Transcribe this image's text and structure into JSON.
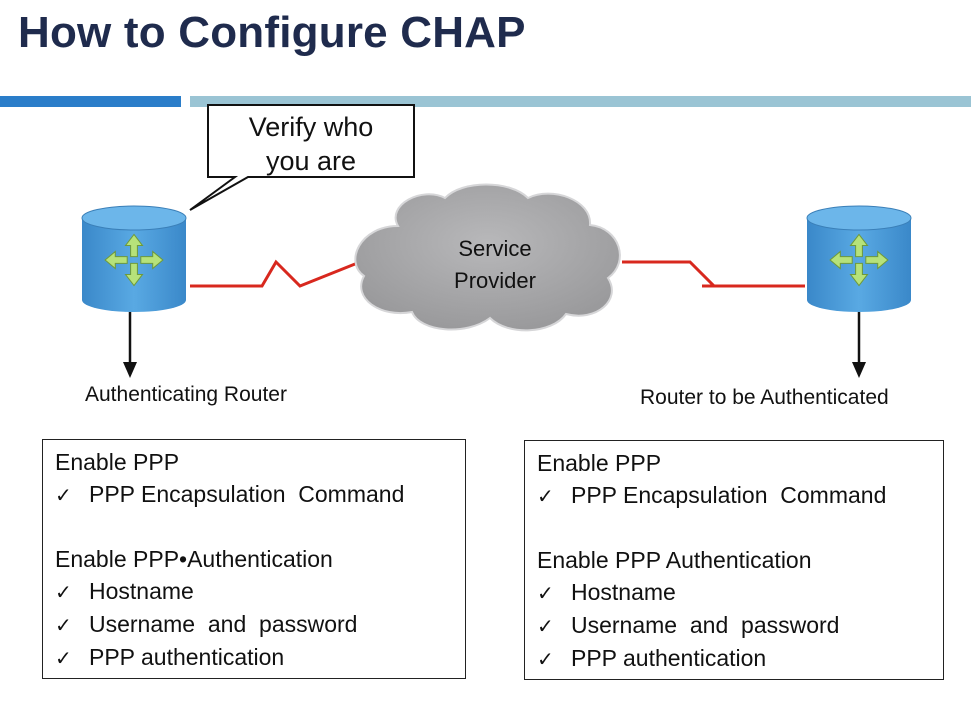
{
  "title": "How to Configure CHAP",
  "callout": {
    "line1": "Verify who",
    "line2": "you are"
  },
  "cloud": {
    "line1": "Service",
    "line2": "Provider"
  },
  "routers": {
    "left": {
      "label": "Authenticating Router",
      "icon": "router-icon"
    },
    "right": {
      "label": "Router to be Authenticated",
      "icon": "router-icon"
    }
  },
  "left_box": {
    "section1_heading": "Enable PPP",
    "section1_items": [
      "PPP Encapsulation  Command"
    ],
    "section2_heading": "Enable PPP•Authentication",
    "section2_items": [
      "Hostname",
      "Username  and  password",
      "PPP authentication"
    ]
  },
  "right_box": {
    "section1_heading": "Enable PPP",
    "section1_items": [
      "PPP Encapsulation  Command"
    ],
    "section2_heading": "Enable PPP Authentication",
    "section2_items": [
      "Hostname",
      "Username  and  password",
      "PPP authentication"
    ]
  },
  "check_glyph": "✓",
  "colors": {
    "title": "#1f2b4d",
    "accent_bar": "#2a7dc9",
    "accent_bar_light": "#9ac4d4",
    "router_body": "#3f90d0",
    "router_arrows": "#b6e27a",
    "serial_link": "#d8281e",
    "cloud": "#a5a5a7"
  }
}
